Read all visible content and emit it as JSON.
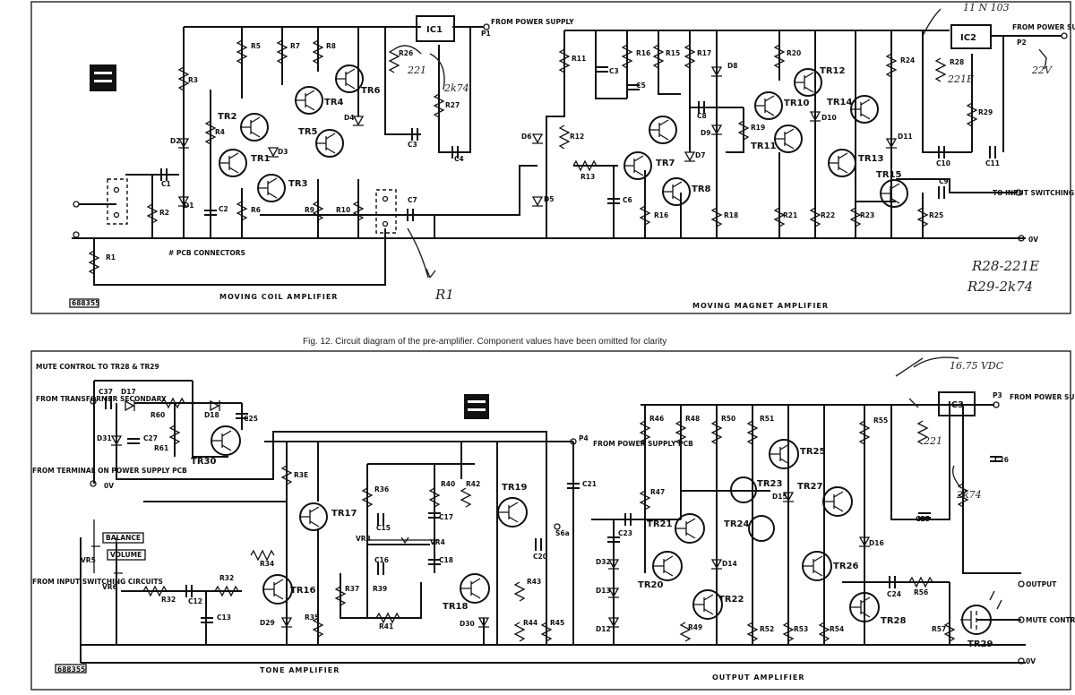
{
  "caption": "Fig. 12. Circuit diagram of the pre-amplifier. Component values have been omitted for clarity",
  "top": {
    "moving_coil_title": "MOVING COIL AMPLIFIER",
    "moving_magnet_title": "MOVING MAGNET AMPLIFIER",
    "pcb_connectors": "# PCB CONNECTORS",
    "ic1": "IC1",
    "ic2": "IC2",
    "ic1_supply": "FROM POWER SUPPLY",
    "ic2_supply": "FROM POWER SUPPLY",
    "p1": "P1",
    "p2": "P2",
    "to_input": "TO INPUT SWITCHING CIRCUITS",
    "ov": "0V",
    "plate": "688355",
    "transistors": [
      "TR1",
      "TR2",
      "TR3",
      "TR4",
      "TR5",
      "TR6",
      "TR7",
      "TR8",
      "TR10",
      "TR11",
      "TR12",
      "TR13",
      "TR14",
      "TR15"
    ],
    "hand_r1": "R1",
    "hand_r28": "R28-221E",
    "hand_r29": "R29-2k74",
    "hand_221": "221",
    "hand_2k74": "2k74",
    "hand_221e": "221E",
    "hand_22v": "22V",
    "hand_top": "11 N 103"
  },
  "bottom": {
    "tone_title": "TONE AMPLIFIER",
    "output_title": "OUTPUT AMPLIFIER",
    "mute_control_top": "MUTE CONTROL TO TR28 & TR29",
    "from_transformer": "FROM TRANSFORMER SECONDARY",
    "from_terminal": "FROM TERMINAL ON POWER SUPPLY PCB",
    "ov_label": "0V",
    "from_input": "FROM INPUT SWITCHING CIRCUITS",
    "balance": "BALANCE",
    "volume": "VOLUME",
    "p4": "P4",
    "p4_label": "FROM POWER SUPPLY PCB",
    "ic3": "IC3",
    "p3": "P3",
    "p3_label": "FROM POWER SUPPLY PCB",
    "output": "OUTPUT",
    "mute": "MUTE CONTROL",
    "ov": "0V",
    "plate": "688355",
    "transistors": [
      "TR16",
      "TR17",
      "TR18",
      "TR19",
      "TR20",
      "TR21",
      "TR22",
      "TR23",
      "TR24",
      "TR25",
      "TR26",
      "TR27",
      "TR28",
      "TR29",
      "TR30"
    ],
    "hand_221": "221",
    "hand_2k74": "2k74",
    "hand_volt": "16.75 VDC"
  }
}
